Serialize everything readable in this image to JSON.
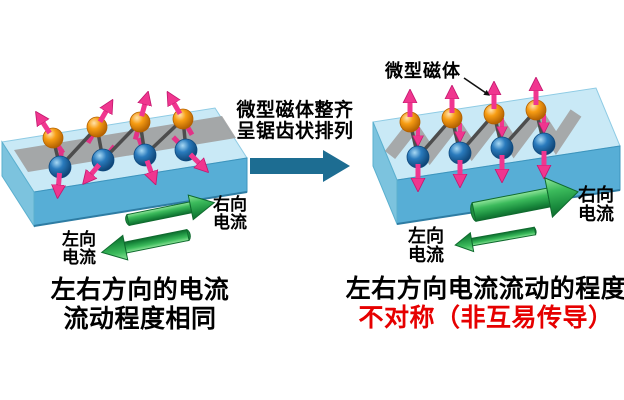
{
  "figure": {
    "type": "scientific-diagram",
    "topic": "nonreciprocal current conduction with micro-magnet ordering"
  },
  "transition": {
    "label_line1": "微型磁体整齐",
    "label_line2": "呈锯齿状排列"
  },
  "left_panel": {
    "right_current_line1": "右向",
    "right_current_line2": "电流",
    "left_current_line1": "左向",
    "left_current_line2": "电流",
    "caption_line1": "左右方向的电流",
    "caption_line2": "流动程度相同"
  },
  "right_panel": {
    "magnet_label": "微型磁体",
    "right_current_line1": "右向",
    "right_current_line2": "电流",
    "left_current_line1": "左向",
    "left_current_line2": "电流",
    "caption_line1": "左右方向电流流动的程度",
    "caption_line2": "不对称（非互易传导）"
  },
  "colors": {
    "background": "#ffffff",
    "caption_text": "#000000",
    "caption_emphasis_red": "#e60000",
    "current_arrow_green": "#2fae4f",
    "transition_arrow_teal": "#1d6d92",
    "moment_arrow_pink": "#f0368f",
    "sphere_orange": "#f5990f",
    "sphere_blue": "#1e72b8",
    "slab_top": "#c9e9f6",
    "slab_front": "#57aed6",
    "slab_side": "#7cc3de",
    "stripe_gray": "#a0a0a0",
    "rod_gray": "#4d4d4d"
  }
}
